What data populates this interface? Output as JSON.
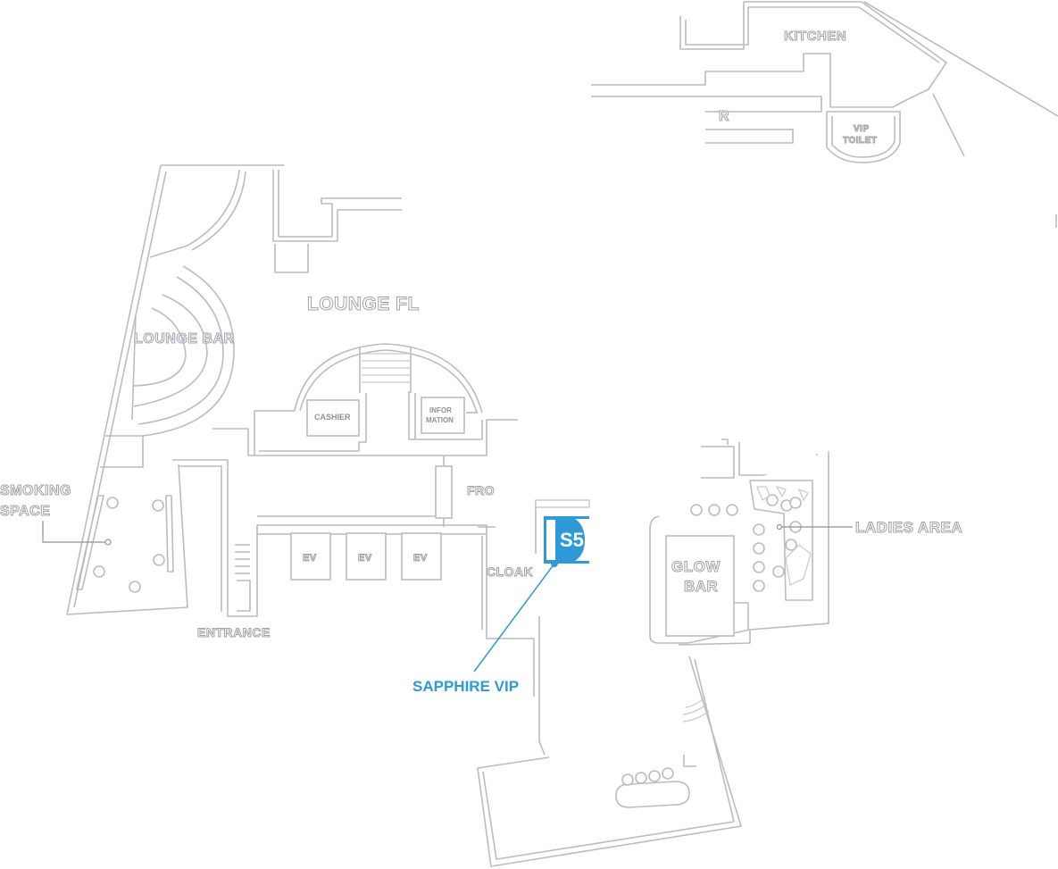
{
  "labels": {
    "kitchen": "KITCHEN",
    "partial_bar": "R",
    "vip_toilet_line1": "VIP",
    "vip_toilet_line2": "TOILET",
    "lounge_floor": "LOUNGE FL",
    "lounge_bar": "LOUNGE BAR",
    "cashier": "CASHIER",
    "information_line1": "INFOR",
    "information_line2": "MATION",
    "smoking_line1": "SMOKING",
    "smoking_line2": "SPACE",
    "front": "FRO",
    "cloak": "CLOAK",
    "ev1": "EV",
    "ev2": "EV",
    "ev3": "EV",
    "entrance": "ENTRANCE",
    "glow_line1": "GLOW",
    "glow_line2": "BAR",
    "ladies": "LADIES AREA"
  },
  "marker": {
    "badge": "S5",
    "name": "SAPPHIRE VIP",
    "color": "#2f9ad8"
  },
  "colors": {
    "walls": "#b9bcc0",
    "labels": "#9fa3a8",
    "accent": "#2f9ad8"
  }
}
